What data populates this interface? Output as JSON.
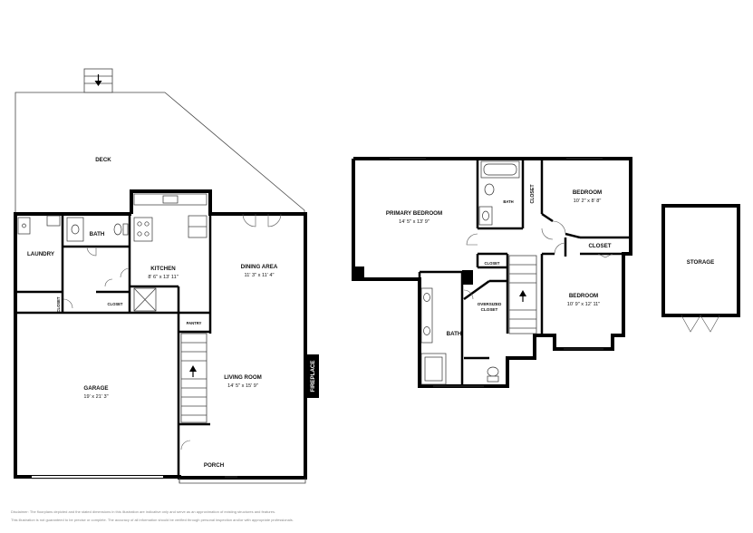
{
  "first_floor": {
    "deck": {
      "label": "DECK"
    },
    "laundry": {
      "label": "LAUNDRY"
    },
    "bath": {
      "label": "BATH"
    },
    "kitchen": {
      "label": "KITCHEN",
      "dims": "8' 6\" x 13' 11\""
    },
    "closet": {
      "label": "CLOSET"
    },
    "small_closet": {
      "label": "CLOSET"
    },
    "dining": {
      "label": "DINING AREA",
      "dims": "11' 3\" x 11' 4\""
    },
    "pantry": {
      "label": "PANTRY"
    },
    "garage": {
      "label": "GARAGE",
      "dims": "19' x 21' 3\""
    },
    "living": {
      "label": "LIVING ROOM",
      "dims": "14' 5\" x 15' 9\""
    },
    "fireplace": {
      "label": "FIREPLACE"
    },
    "porch": {
      "label": "PORCH"
    }
  },
  "second_floor": {
    "primary_bedroom": {
      "label": "PRIMARY BEDROOM",
      "dims": "14' 5\" x 13' 9\""
    },
    "bath_small": {
      "label": "BATH"
    },
    "closet_vertical": {
      "label": "CLOSET"
    },
    "bedroom_top": {
      "label": "BEDROOM",
      "dims": "10' 2\" x 8' 8\""
    },
    "closet_right": {
      "label": "CLOSET"
    },
    "closet_small": {
      "label": "CLOSET"
    },
    "oversized_closet": {
      "label": "OVERSIZED CLOSET"
    },
    "bath_main": {
      "label": "BATH"
    },
    "bedroom_right": {
      "label": "BEDROOM",
      "dims": "10' 9\" x 12' 11\""
    }
  },
  "storage": {
    "label": "STORAGE"
  },
  "disclaimer": {
    "line1": "Disclaimer: The floorplans depicted and the stated dimensions in this illustration are indicative only and serve as an approximation of existing structures and features.",
    "line2": "This illustration is not guaranteed to be precise or complete. The accuracy of all information should be verified through personal inspection and/or with appropriate professionals."
  }
}
